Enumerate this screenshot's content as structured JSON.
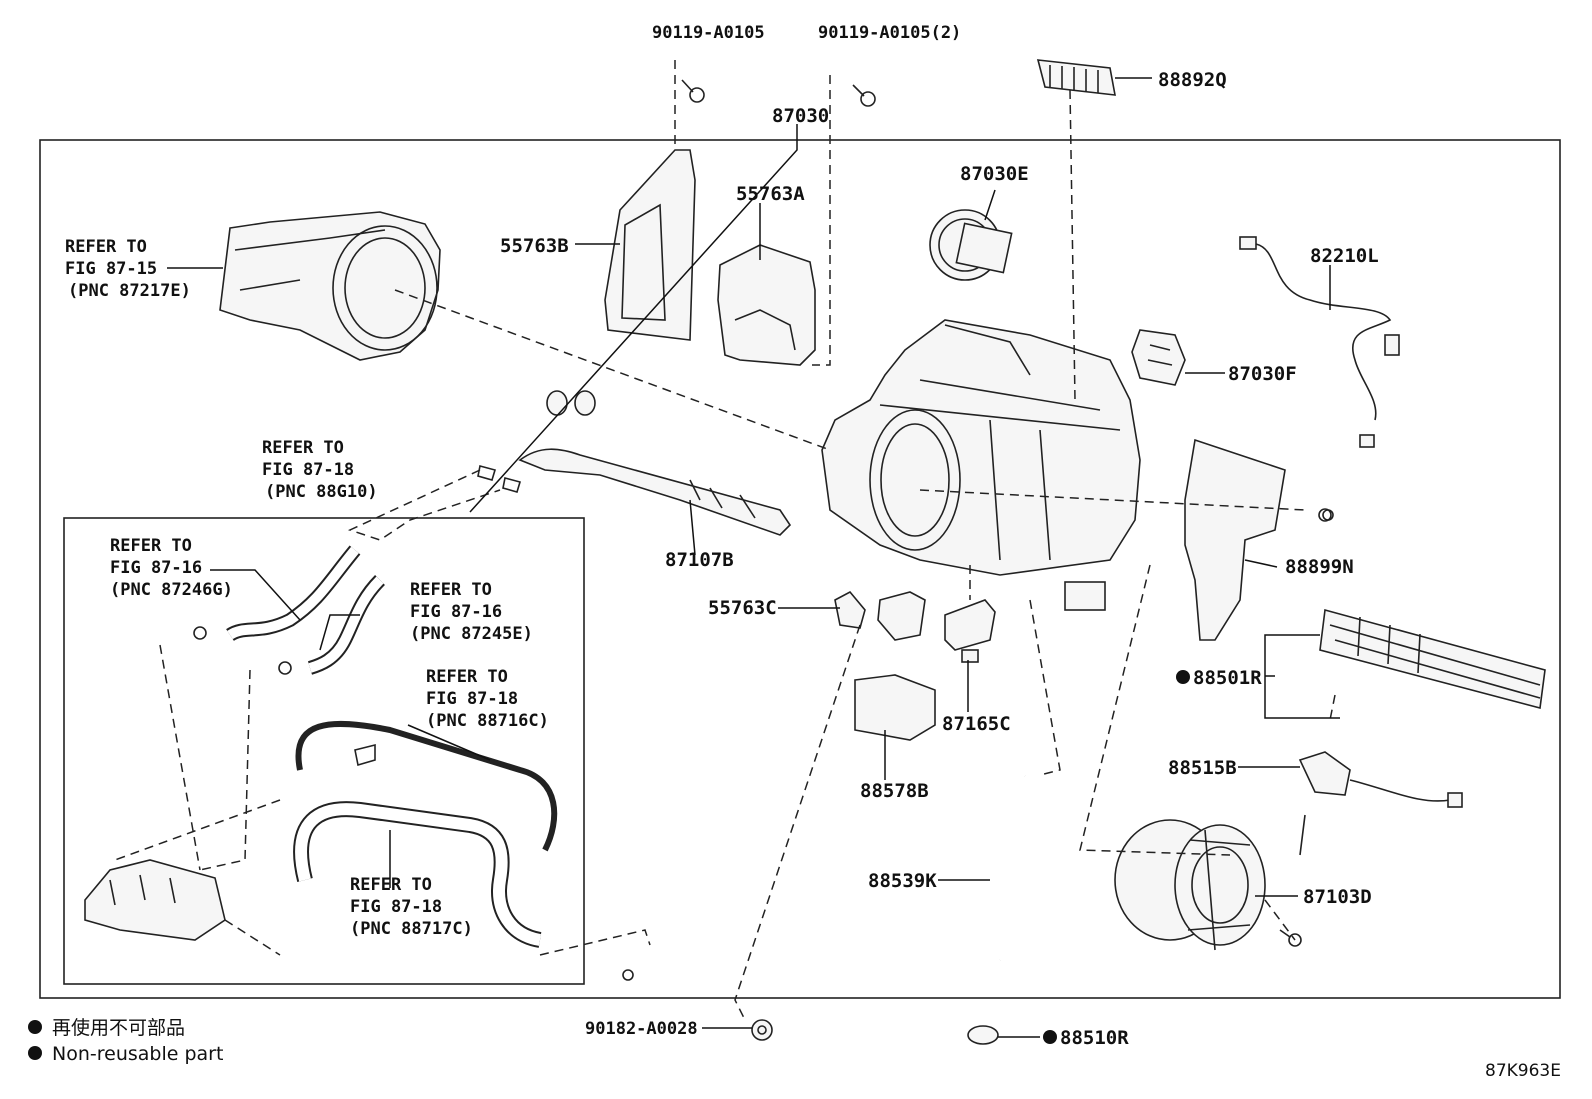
{
  "labels": {
    "p90119_a": "90119-A0105",
    "p90119_b": "90119-A0105(2)",
    "p88892q": "88892Q",
    "p87030": "87030",
    "p87030e": "87030E",
    "p55763a": "55763A",
    "p55763b": "55763B",
    "p82210l": "82210L",
    "p87030f": "87030F",
    "p87107b": "87107B",
    "p55763c": "55763C",
    "p88899n": "88899N",
    "p88501r": "88501R",
    "p87165c": "87165C",
    "p88578b": "88578B",
    "p88515b": "88515B",
    "p88539k": "88539K",
    "p87103d": "87103D",
    "p90182": "90182-A0028",
    "p88510r": "88510R"
  },
  "refs": {
    "fig8715": [
      "REFER TO",
      "FIG 87-15",
      "(PNC 87217E)"
    ],
    "fig8718_top": [
      "REFER TO",
      "FIG 87-18",
      "(PNC 88G10)"
    ],
    "fig8716_g": [
      "REFER TO",
      "FIG 87-16",
      "(PNC 87246G)"
    ],
    "fig8716_e": [
      "REFER TO",
      "FIG 87-16",
      "(PNC 87245E)"
    ],
    "fig8718_c": [
      "REFER TO",
      "FIG 87-18",
      "(PNC 88716C)"
    ],
    "fig8718_717": [
      "REFER TO",
      "FIG 87-18",
      "(PNC 88717C)"
    ]
  },
  "legend": {
    "line1": "再使用不可部品",
    "line2": "Non-reusable part"
  },
  "diagram_code": "87K963E"
}
